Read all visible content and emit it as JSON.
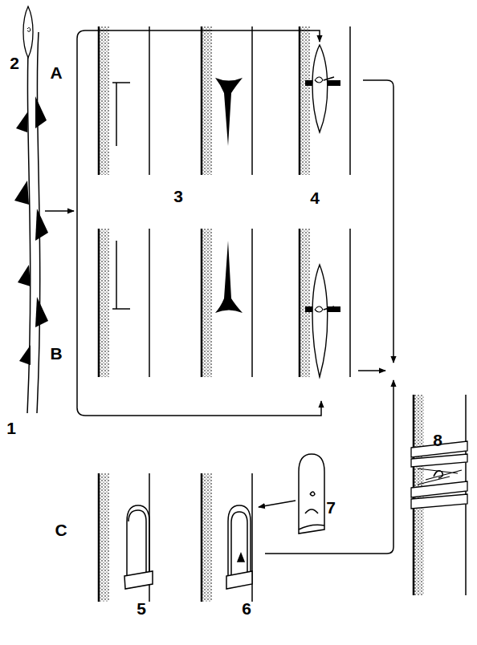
{
  "diagram": {
    "labels": [
      "2",
      "A",
      "3",
      "4",
      "1",
      "B",
      "8",
      "7",
      "C",
      "5",
      "6"
    ]
  }
}
